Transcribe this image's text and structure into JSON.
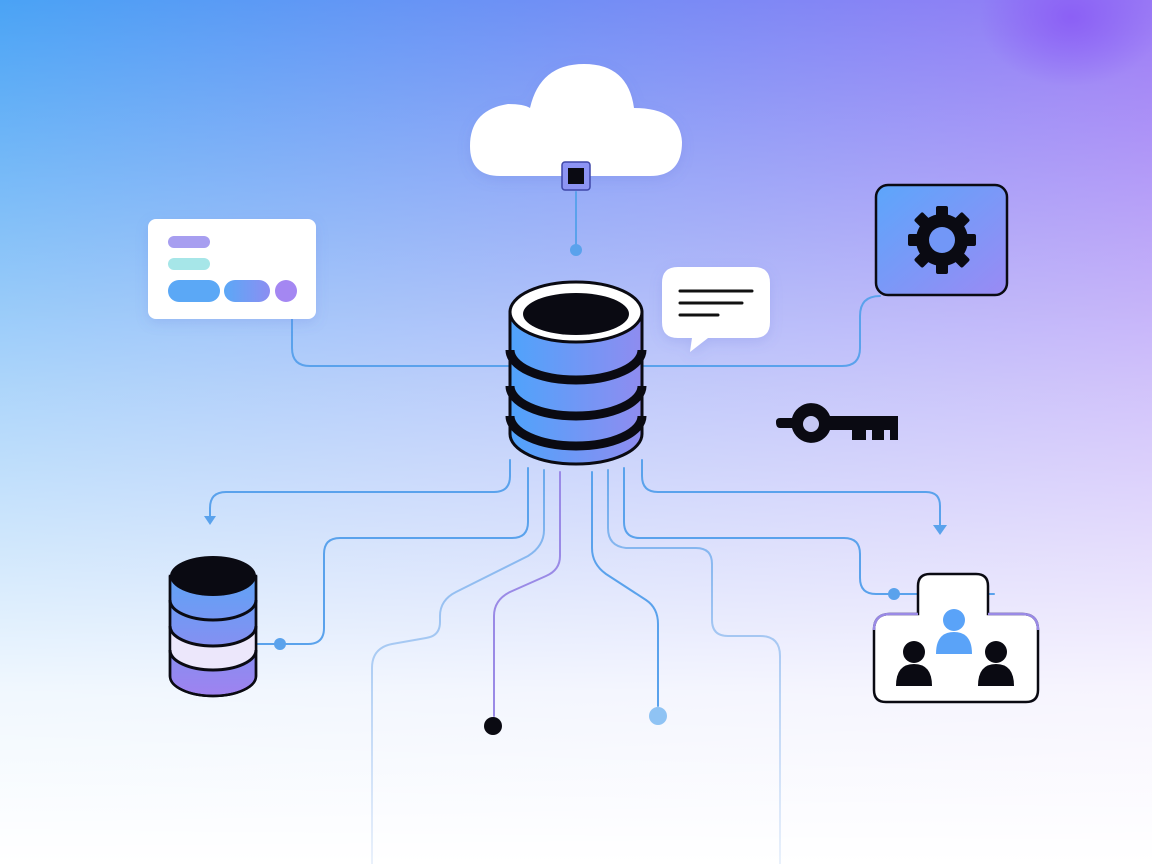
{
  "title": "",
  "colors": {
    "background_top_left": "#4aa3f5",
    "background_top_right": "#9a7af5",
    "background_bottom": "#f8f6fd",
    "connector_blue": "#5aa2ec",
    "connector_purple": "#9a8ae6",
    "node_blue": "#5aa3f8",
    "node_purple": "#a487f2",
    "outline": "#000000",
    "card_white": "#ffffff",
    "bar_lavender": "#a79ef0",
    "bar_aqua": "#a6e6e8"
  },
  "nodes": [
    {
      "name": "cloud",
      "icon": "cloud-icon"
    },
    {
      "name": "central-database",
      "icon": "database-icon"
    },
    {
      "name": "ui-card",
      "icon": "form-card-icon"
    },
    {
      "name": "chat-bubble",
      "icon": "chat-icon"
    },
    {
      "name": "settings",
      "icon": "gear-icon"
    },
    {
      "name": "access-key",
      "icon": "key-icon"
    },
    {
      "name": "secondary-database",
      "icon": "database-icon"
    },
    {
      "name": "users-group",
      "icon": "users-icon"
    }
  ]
}
